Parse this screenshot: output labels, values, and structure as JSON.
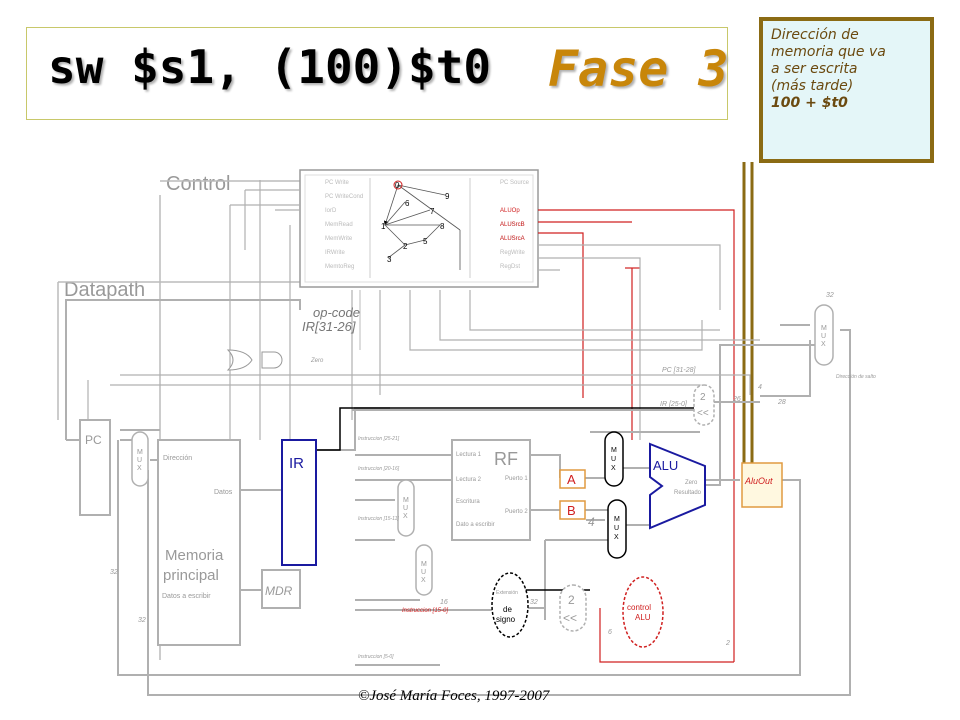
{
  "title": {
    "instruction": "sw $s1, (100)$t0",
    "phase": "Fase 3"
  },
  "callout": {
    "lines": [
      "Dirección de",
      "memoria que va",
      "a ser escrita",
      "(más tarde)"
    ],
    "bold": "100 + $t0"
  },
  "footer": "©José María Foces, 1997-2007",
  "labels": {
    "control": "Control",
    "datapath": "Datapath",
    "pc": "PC",
    "ir": "IR",
    "rf": "RF",
    "alu": "ALU",
    "aluout": "AluOut",
    "a": "A",
    "b": "B",
    "mdr": "MDR",
    "memoria1": "Memoria",
    "memoria2": "principal",
    "direccion": "Dirección",
    "datos": "Datos",
    "datos_escribir": "Datos a escribir",
    "lectura1": "Lectura 1",
    "lectura2": "Lectura 2",
    "escritura": "Escritura",
    "dato_escribir": "Dato a escribir",
    "puerto1": "Puerto 1",
    "puerto2": "Puerto 2",
    "zero_alu": "Zero",
    "resultado": "Resultado",
    "opcode1": "op-code",
    "opcode2": "IR[31-26]",
    "zero": "Zero",
    "pc3128": "PC [31-28]",
    "ir250": "IR [25-0]",
    "shift": "<<",
    "two": "2",
    "four": "4",
    "n4": "4",
    "n26": "26",
    "n28": "28",
    "n32": "32",
    "n32b": "32",
    "n32c": "32",
    "n32d": "32",
    "n16": "16",
    "n6": "6",
    "n2": "2",
    "ext1": "Extensión",
    "ext2": "de",
    "ext3": "signo",
    "ctrl1": "control",
    "ctrl2": "ALU",
    "instr2521": "Instruccion [25-21]",
    "instr2016": "Instruccion [20-16]",
    "instr1511": "Instruccion [15-11]",
    "instr150": "Instruccion [15-0]",
    "instr50": "Instruccion [5-0]",
    "dircomsalto": "Dirección de salto",
    "mux": [
      "M",
      "U",
      "X"
    ],
    "ctrl_left": [
      "PC Write",
      "PC WriteCond",
      "IorD",
      "MemRead",
      "MemWrite",
      "IRWrite",
      "MemtoReg"
    ],
    "ctrl_right": [
      "PC Source",
      "ALUOp",
      "ALUSrcB",
      "ALUSrcA",
      "RegWrite",
      "RegDst"
    ],
    "state_nums": [
      "0",
      "1",
      "2",
      "3",
      "5",
      "6",
      "7",
      "8",
      "9"
    ]
  }
}
